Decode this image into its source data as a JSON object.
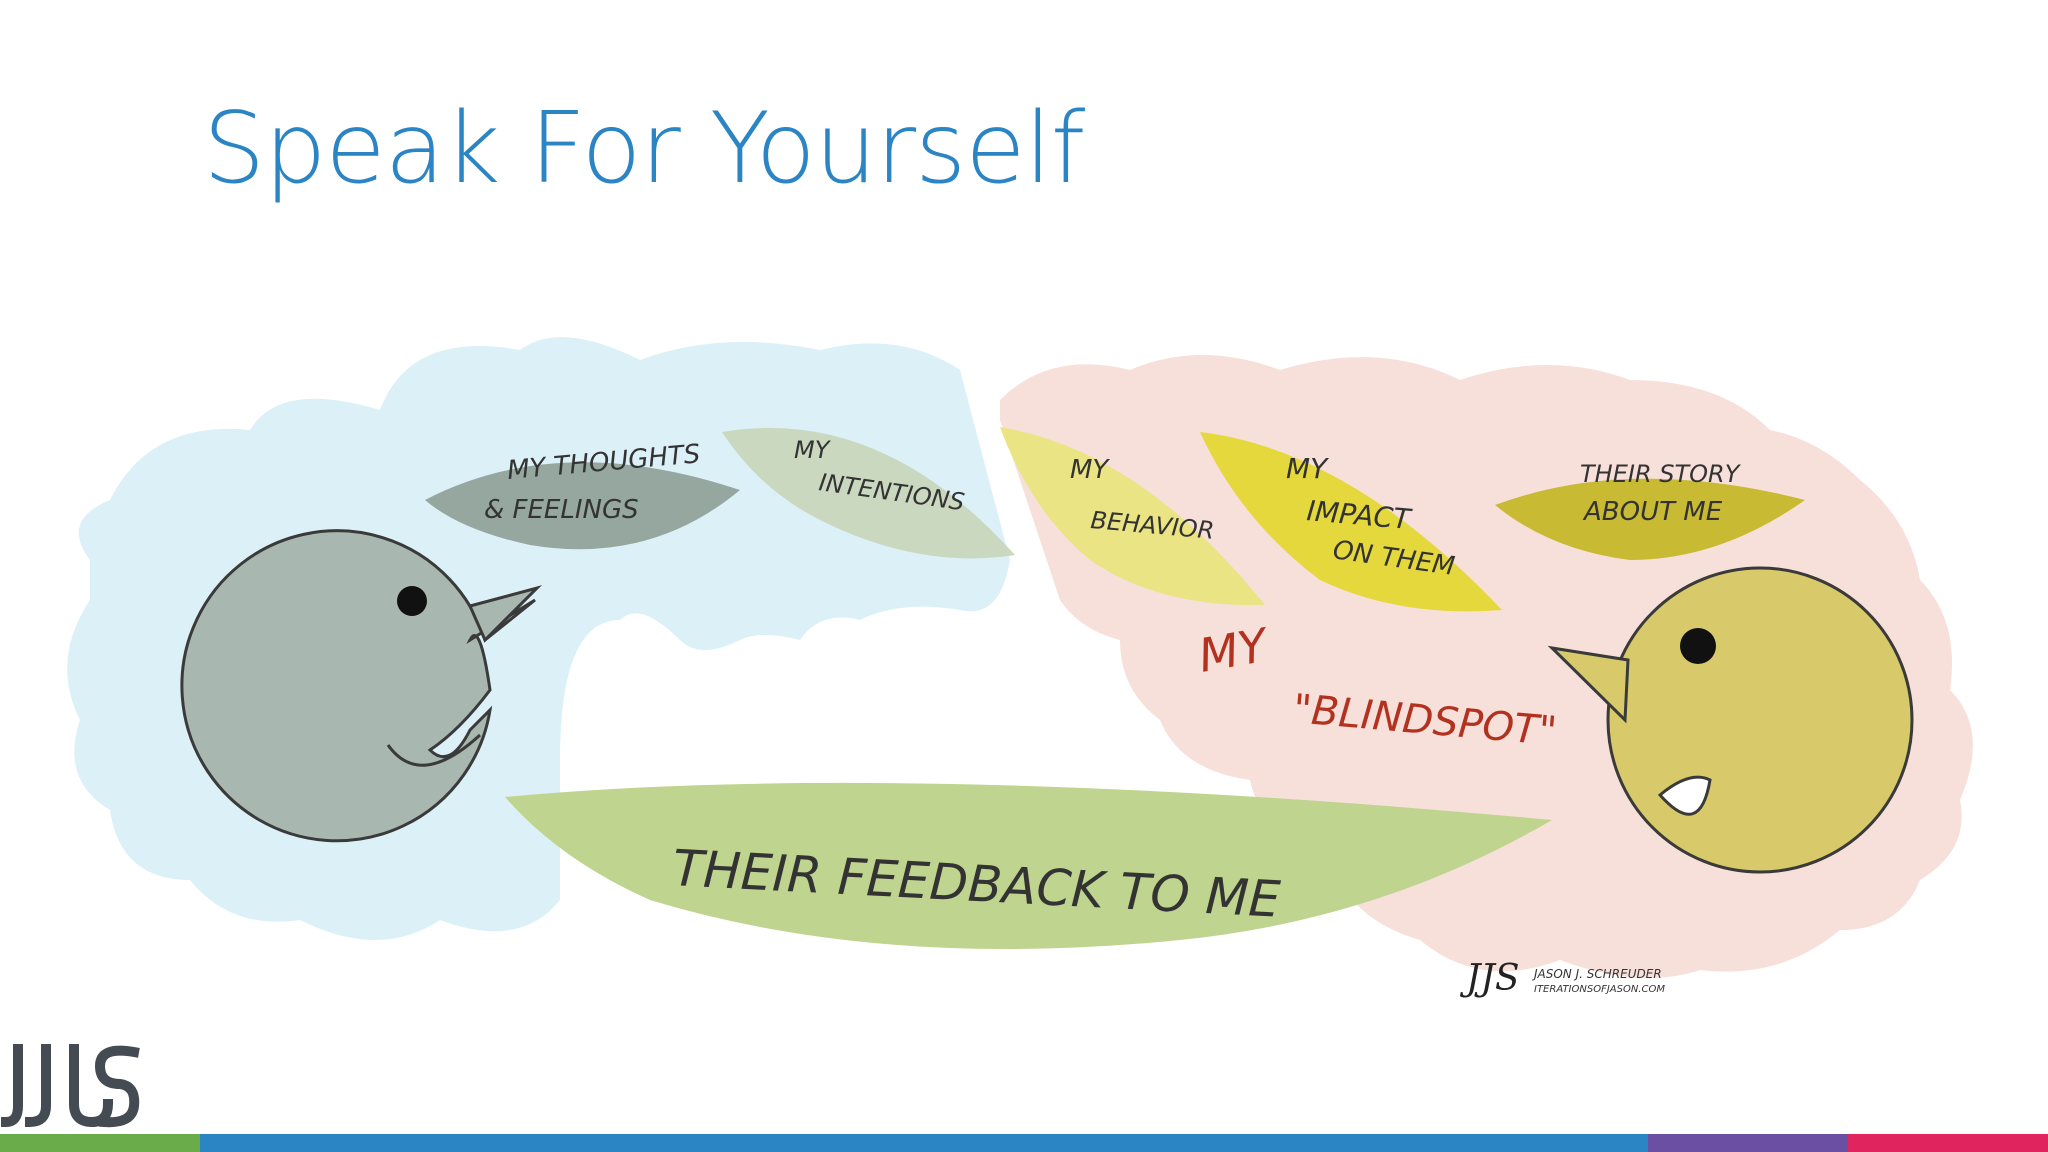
{
  "slide": {
    "title": "Speak For Yourself"
  },
  "diagram": {
    "leaves": {
      "thoughts_feelings": [
        "MY THOUGHTS",
        "& FEELINGS"
      ],
      "intentions": [
        "MY",
        "INTENTIONS"
      ],
      "behavior": [
        "MY",
        "BEHAVIOR"
      ],
      "impact": [
        "MY",
        "IMPACT",
        "ON THEM"
      ],
      "their_story": [
        "THEIR STORY",
        "ABOUT ME"
      ]
    },
    "blindspot": [
      "MY",
      "\"BLINDSPOT\""
    ],
    "feedback": "THEIR FEEDBACK TO ME",
    "signature": [
      "JASON J. SCHREUDER",
      "ITERATIONSOFJASON.COM"
    ]
  },
  "colors": {
    "title": "#2b84c3",
    "blue_cloud": "#dcf0f8",
    "pink_cloud": "#f7dfda",
    "left_head": "#a8b8b0",
    "right_head": "#d8c96a",
    "feedback_leaf": "#bfd48e",
    "blindspot_text": "#b3321f"
  },
  "footer_colors": [
    "#6aab4a",
    "#2b84c3",
    "#6b4fa3",
    "#e0245e"
  ]
}
